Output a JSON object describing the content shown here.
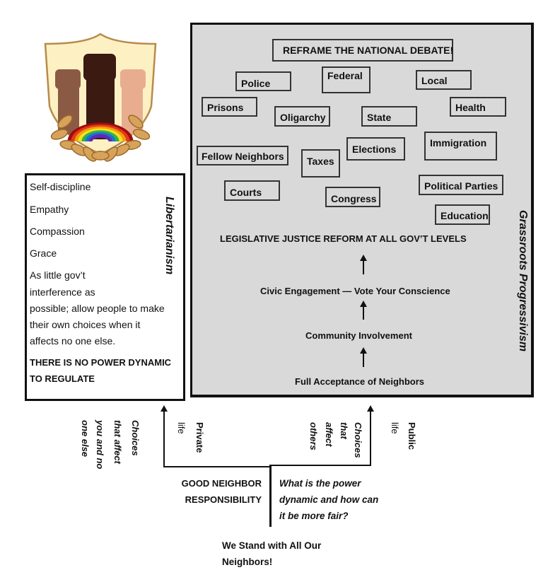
{
  "logo": {
    "icon": "raised-fists-shield-logo",
    "colors": {
      "shield_fill": "#fdf1c4",
      "shield_border": "#b88a4a",
      "fist_left": "#8b5a44",
      "fist_center": "#3b1a12",
      "fist_right": "#e8ad8f",
      "laurel": "#d7a35a",
      "laurel_outline": "#9c6a2c",
      "rainbow": [
        "#a00b0b",
        "#e23a1a",
        "#f39c12",
        "#f5e31a",
        "#2db34a",
        "#1f6fd8",
        "#5b2bb0"
      ]
    }
  },
  "grassroots_panel": {
    "title": "Grassroots Progressivism",
    "headline": "REFRAME THE NATIONAL DEBATE!",
    "tags": [
      {
        "label": "Police"
      },
      {
        "label": "Federal"
      },
      {
        "label": "Local"
      },
      {
        "label": "Prisons"
      },
      {
        "label": "Oligarchy"
      },
      {
        "label": "State"
      },
      {
        "label": "Health"
      },
      {
        "label": "Fellow Neighbors"
      },
      {
        "label": "Taxes"
      },
      {
        "label": "Elections"
      },
      {
        "label": "Immigration"
      },
      {
        "label": "Courts"
      },
      {
        "label": "Congress"
      },
      {
        "label": "Political Parties"
      },
      {
        "label": "Education"
      }
    ],
    "ladder": [
      "LEGISLATIVE JUSTICE REFORM AT ALL GOV’T LEVELS",
      "Civic Engagement — Vote Your Conscience",
      "Community Involvement",
      "Full Acceptance of Neighbors"
    ],
    "background_color": "#d9d9d9"
  },
  "libertarian_panel": {
    "title": "Libertarianism",
    "items": [
      "Self-discipline",
      "Empathy",
      "Compassion",
      "Grace",
      "As little gov’t",
      "interference as",
      "possible; allow people to make",
      "their own choices when it",
      "affects no one else."
    ],
    "bold_lines": [
      "THERE IS NO POWER DYNAMIC",
      "TO REGULATE"
    ]
  },
  "flow": {
    "left_labels": {
      "choices": [
        "Choices",
        "that affect",
        "you and no",
        "one else"
      ],
      "life": [
        "Private",
        "life"
      ]
    },
    "right_labels": {
      "choices": [
        "Choices",
        "that",
        "affect",
        "others"
      ],
      "life": [
        "Public",
        "life"
      ]
    },
    "responsibility": [
      "GOOD NEIGHBOR",
      "RESPONSIBILITY"
    ],
    "question": [
      "What is the power",
      "dynamic and how can",
      "it be more fair?"
    ],
    "footer": [
      "We Stand with All Our",
      "Neighbors!"
    ]
  }
}
